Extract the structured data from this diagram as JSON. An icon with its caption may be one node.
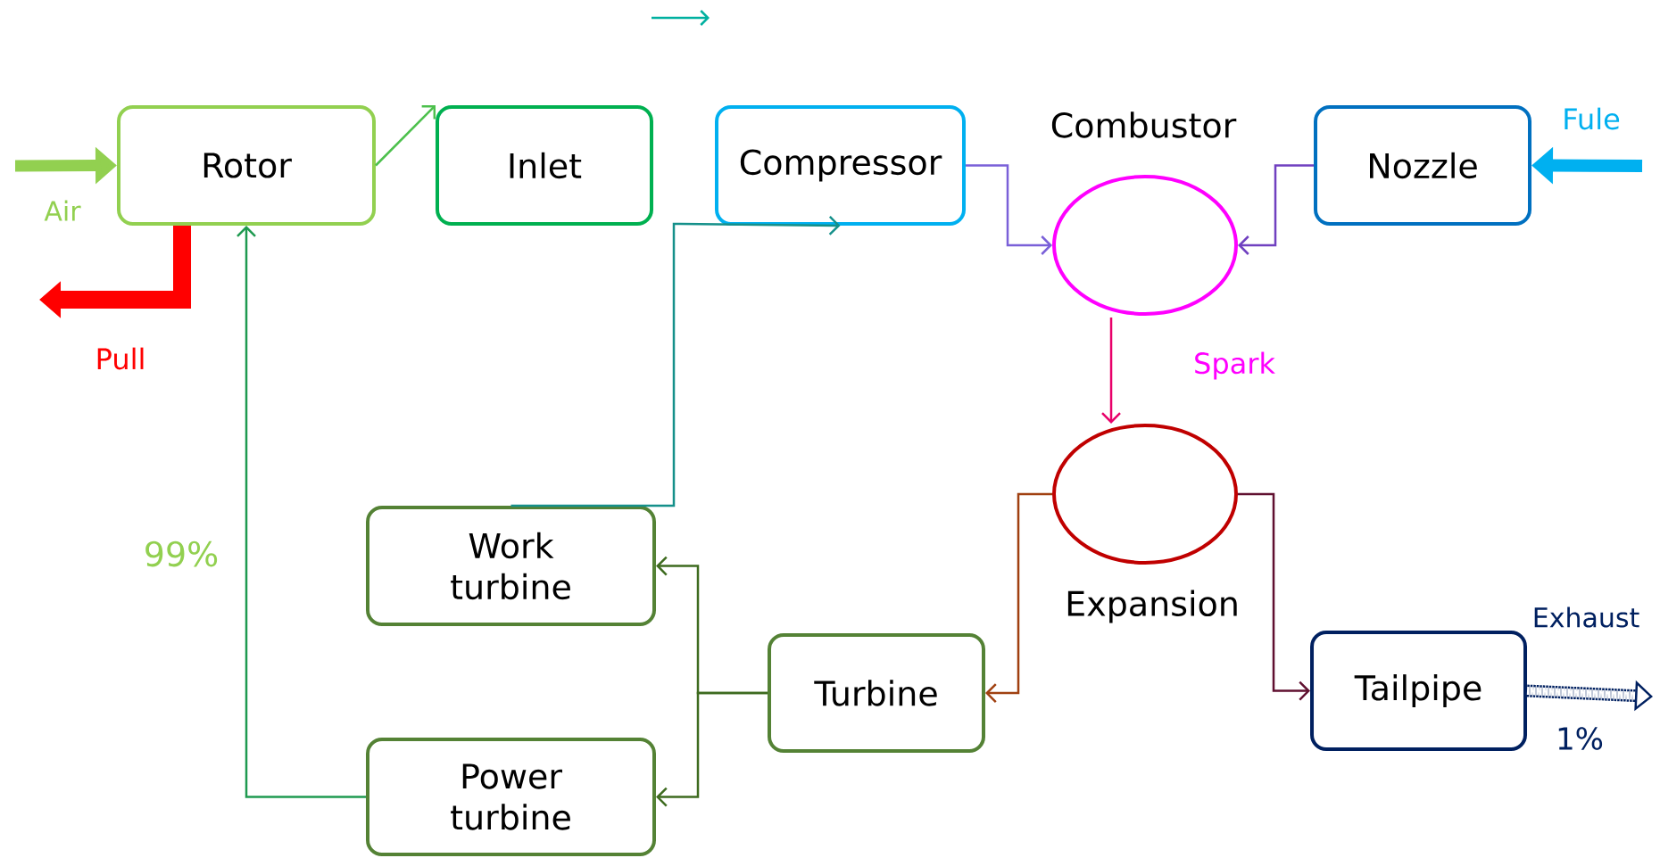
{
  "diagram": {
    "nodes": [
      {
        "text": [
          "Rotor"
        ]
      },
      {
        "text": [
          "Inlet"
        ]
      },
      {
        "text": [
          "Compressor"
        ]
      },
      {
        "text": [
          "Combustor"
        ]
      },
      {
        "text": [
          "Nozzle"
        ]
      },
      {
        "text": [
          "Expansion"
        ]
      },
      {
        "text": [
          "Work turbine"
        ]
      },
      {
        "text": [
          "Turbine"
        ]
      },
      {
        "text": [
          "Power turbine"
        ]
      },
      {
        "text": [
          "Tailpipe"
        ]
      }
    ],
    "edges": [
      {
        "from": null,
        "to": 0,
        "arrow": "to",
        "label": "Air",
        "style": "thick",
        "color": "#92d050"
      },
      {
        "from": 0,
        "to": null,
        "arrow": "to",
        "label": "Pull",
        "style": "thick",
        "color": "#ff0000"
      },
      {
        "from": 0,
        "to": 1,
        "arrow": "to",
        "color": "#4cc04c"
      },
      {
        "from": 6,
        "to": 2,
        "arrow": "to",
        "color": "#15908a"
      },
      {
        "from": 2,
        "to": 3,
        "arrow": "to",
        "color": "#7a60d8"
      },
      {
        "from": 4,
        "to": 3,
        "arrow": "to",
        "color": "#7040c0"
      },
      {
        "from": 3,
        "to": 5,
        "arrow": "to",
        "label": "Spark",
        "color": "#e8006a"
      },
      {
        "from": 5,
        "to": 7,
        "arrow": "to",
        "color": "#a04010"
      },
      {
        "from": 5,
        "to": 9,
        "arrow": "to",
        "color": "#601030"
      },
      {
        "from": 7,
        "to": 6,
        "arrow": "to",
        "color": "#3e6b1f"
      },
      {
        "from": 7,
        "to": 8,
        "arrow": "to",
        "color": "#3e6b1f"
      },
      {
        "from": 8,
        "to": 0,
        "arrow": "to",
        "label": "99%",
        "color": "#1f9a50"
      },
      {
        "from": null,
        "to": 4,
        "arrow": "to",
        "label": "Fule",
        "style": "thick",
        "color": "#00b0f0"
      },
      {
        "from": 9,
        "to": null,
        "arrow": "to",
        "label": "Exhaust",
        "style": "dashed",
        "color": "#002060"
      }
    ],
    "labels": [
      "1%"
    ]
  }
}
